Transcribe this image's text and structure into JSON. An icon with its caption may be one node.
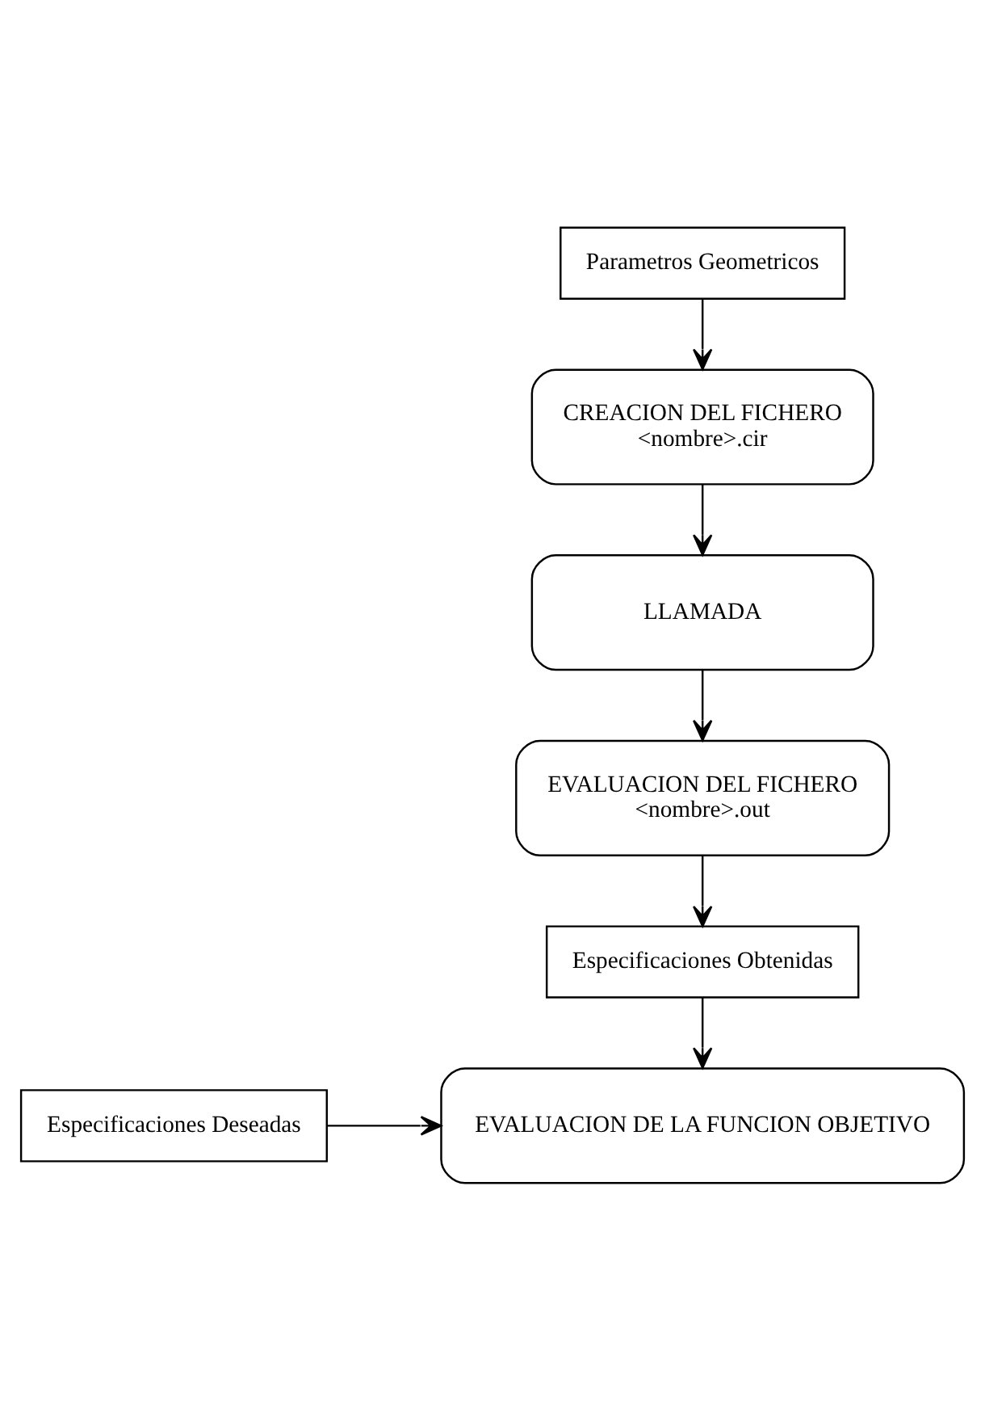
{
  "diagram": {
    "nodes": [
      {
        "text": [
          "Parametros Geometricos"
        ]
      },
      {
        "text": [
          "CREACION DEL FICHERO",
          "<nombre>.cir"
        ]
      },
      {
        "text": [
          "LLAMADA"
        ]
      },
      {
        "text": [
          "EVALUACION DEL FICHERO",
          "<nombre>.out"
        ]
      },
      {
        "text": [
          "Especificaciones Obtenidas"
        ]
      },
      {
        "text": [
          "EVALUACION DE LA FUNCION OBJETIVO"
        ]
      },
      {
        "text": [
          "Especificaciones Deseadas"
        ]
      }
    ],
    "edges": [
      {
        "from": 0,
        "to": 1,
        "arrow": "to"
      },
      {
        "from": 1,
        "to": 2,
        "arrow": "to"
      },
      {
        "from": 2,
        "to": 3,
        "arrow": "to"
      },
      {
        "from": 3,
        "to": 4,
        "arrow": "to"
      },
      {
        "from": 4,
        "to": 5,
        "arrow": "to"
      },
      {
        "from": 6,
        "to": 5,
        "arrow": "to"
      }
    ]
  }
}
